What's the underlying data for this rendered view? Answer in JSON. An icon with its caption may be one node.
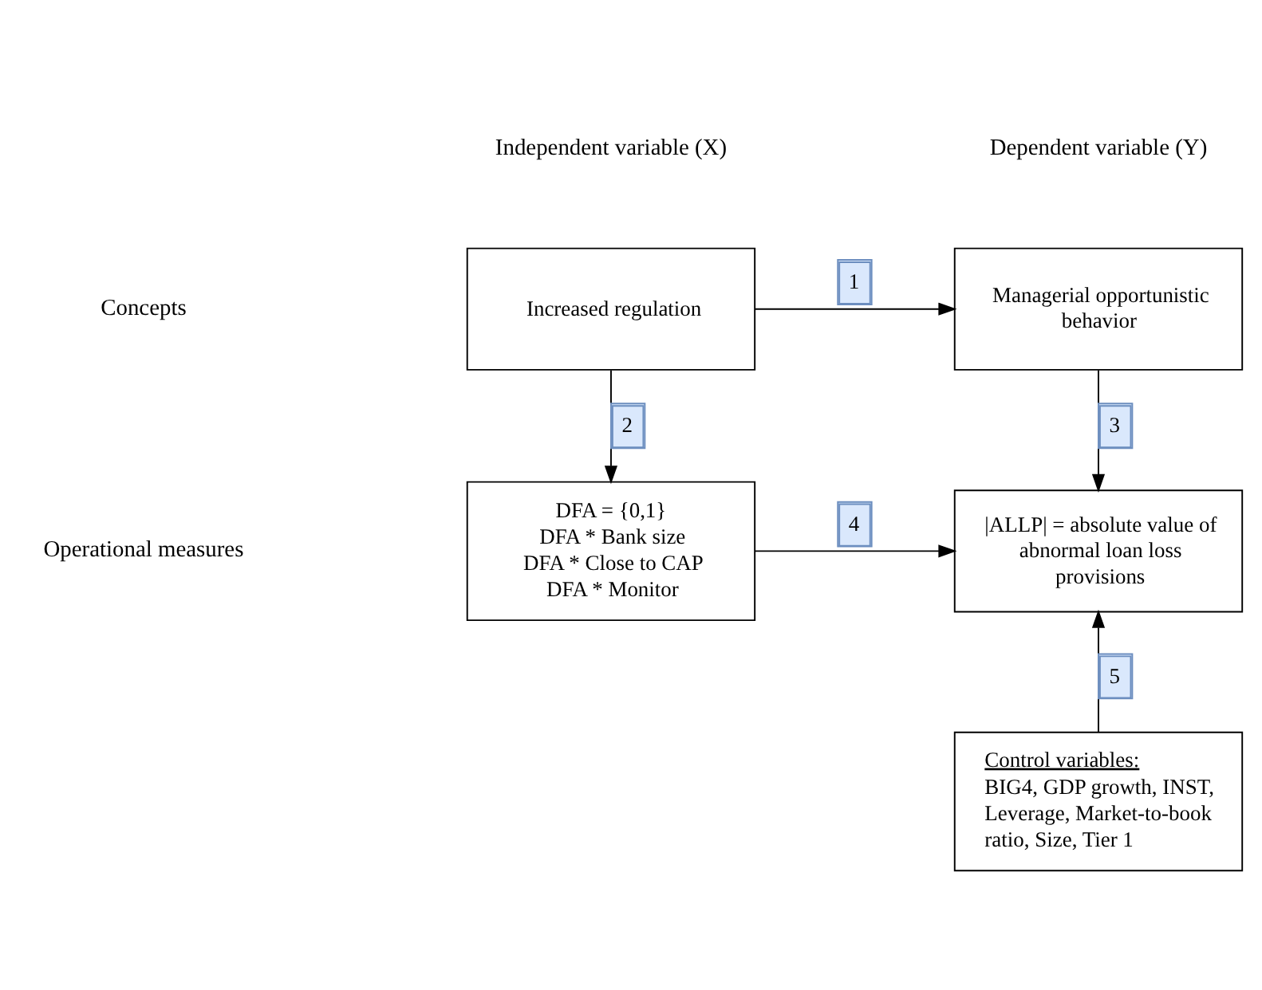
{
  "diagram": {
    "nodes": [
      {
        "text": [
          "Increased regulation"
        ]
      },
      {
        "text": [
          "Managerial opportunistic behavior"
        ]
      },
      {
        "text": [
          "DFA = {0,1}",
          "DFA * Bank size",
          "DFA * Close to CAP",
          "DFA * Monitor"
        ]
      },
      {
        "text": [
          "|ALLP| = absolute value of abnormal loan loss provisions"
        ]
      },
      {
        "text": [
          "Control variables:",
          "BIG4, GDP growth, INST, Leverage, Market-to-book ratio, Size, Tier 1"
        ]
      }
    ],
    "edges": [
      {
        "from": 0,
        "to": 1,
        "arrow": "to",
        "label": "1"
      },
      {
        "from": 0,
        "to": 2,
        "arrow": "to",
        "label": "2"
      },
      {
        "from": 1,
        "to": 3,
        "arrow": "to",
        "label": "3"
      },
      {
        "from": 2,
        "to": 3,
        "arrow": "to",
        "label": "4"
      },
      {
        "from": 4,
        "to": 3,
        "arrow": "to",
        "label": "5"
      }
    ],
    "labels": [
      "Independent variable (X)",
      "Dependent variable (Y)",
      "Concepts",
      "Operational measures"
    ]
  }
}
